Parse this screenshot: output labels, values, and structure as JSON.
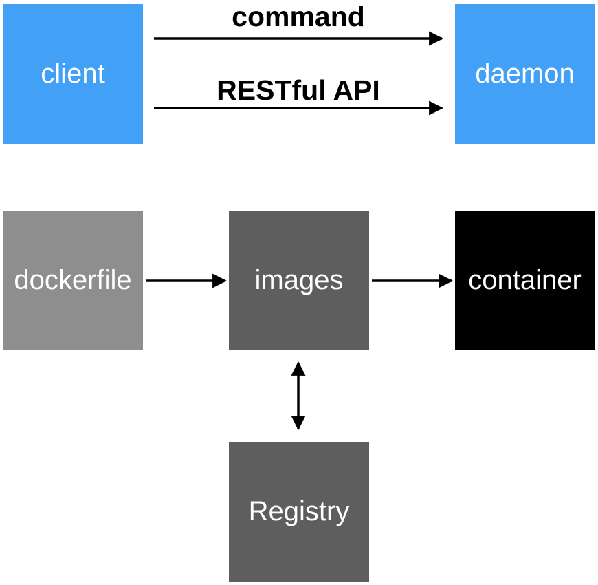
{
  "nodes": {
    "client": {
      "label": "client",
      "color": "#42a1f6"
    },
    "daemon": {
      "label": "daemon",
      "color": "#42a1f6"
    },
    "dockerfile": {
      "label": "dockerfile",
      "color": "#8e8e8e"
    },
    "images": {
      "label": "images",
      "color": "#5e5e5e"
    },
    "container": {
      "label": "container",
      "color": "#000000"
    },
    "registry": {
      "label": "Registry",
      "color": "#5e5e5e"
    }
  },
  "edges": {
    "command": {
      "label": "command",
      "from": "client",
      "to": "daemon"
    },
    "restful_api": {
      "label": "RESTful API",
      "from": "client",
      "to": "daemon"
    },
    "dockerfile_to_images": {
      "from": "dockerfile",
      "to": "images"
    },
    "images_to_container": {
      "from": "images",
      "to": "container"
    },
    "images_registry": {
      "from": "images",
      "to": "registry",
      "bidirectional": true
    }
  }
}
